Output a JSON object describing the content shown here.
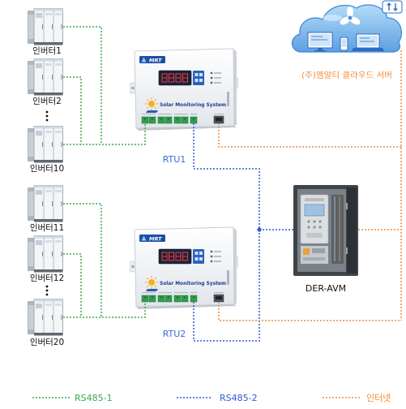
{
  "inverters": [
    {
      "label": "인버터1"
    },
    {
      "label": "인버터2"
    },
    {
      "label": "인버터10"
    },
    {
      "label": "인버터11"
    },
    {
      "label": "인버터12"
    },
    {
      "label": "인버터20"
    }
  ],
  "rtus": [
    {
      "label": "RTU1",
      "brand": "MRT",
      "title": "Solar Monitoring System"
    },
    {
      "label": "RTU2",
      "brand": "MRT",
      "title": "Solar Monitoring System"
    }
  ],
  "cloud": {
    "label": "(주)엠알티 클라우드 서버"
  },
  "der_avm": {
    "label": "DER-AVM"
  },
  "legend": [
    {
      "label": "RS485-1"
    },
    {
      "label": "RS485-2"
    },
    {
      "label": "인터넷"
    }
  ],
  "icons": {
    "inverter": "inverter-icon",
    "rtu": "rtu-device-icon",
    "cloud": "cloud-server-icon",
    "der_avm": "der-avm-cabinet-icon",
    "sync": "sync-arrows-icon"
  },
  "colors": {
    "rs485_1": "#3ea84b",
    "rs485_2": "#3557d6",
    "internet": "#f08c3c",
    "rtu_label": "#3a6ed4"
  }
}
